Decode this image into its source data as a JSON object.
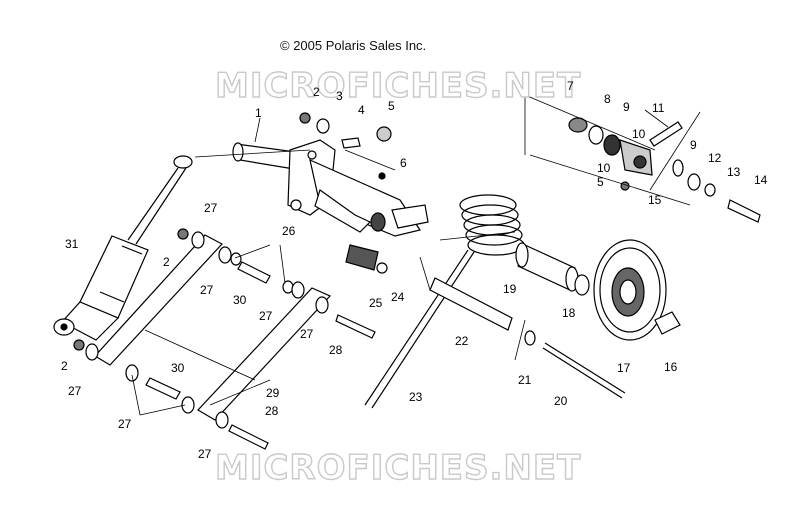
{
  "copyright": "© 2005 Polaris Sales Inc.",
  "watermark": "MICROFICHES.NET",
  "callouts": [
    {
      "id": "c1",
      "label": "1"
    },
    {
      "id": "c2a",
      "label": "2"
    },
    {
      "id": "c3",
      "label": "3"
    },
    {
      "id": "c4",
      "label": "4"
    },
    {
      "id": "c5a",
      "label": "5"
    },
    {
      "id": "c6",
      "label": "6"
    },
    {
      "id": "c7",
      "label": "7"
    },
    {
      "id": "c8",
      "label": "8"
    },
    {
      "id": "c9a",
      "label": "9"
    },
    {
      "id": "c9b",
      "label": "9"
    },
    {
      "id": "c10a",
      "label": "10"
    },
    {
      "id": "c10b",
      "label": "10"
    },
    {
      "id": "c11",
      "label": "11"
    },
    {
      "id": "c12",
      "label": "12"
    },
    {
      "id": "c13",
      "label": "13"
    },
    {
      "id": "c14",
      "label": "14"
    },
    {
      "id": "c15",
      "label": "15"
    },
    {
      "id": "c5b",
      "label": "5"
    },
    {
      "id": "c16",
      "label": "16"
    },
    {
      "id": "c17",
      "label": "17"
    },
    {
      "id": "c18",
      "label": "18"
    },
    {
      "id": "c19",
      "label": "19"
    },
    {
      "id": "c20",
      "label": "20"
    },
    {
      "id": "c21",
      "label": "21"
    },
    {
      "id": "c22",
      "label": "22"
    },
    {
      "id": "c23",
      "label": "23"
    },
    {
      "id": "c24",
      "label": "24"
    },
    {
      "id": "c25",
      "label": "25"
    },
    {
      "id": "c26",
      "label": "26"
    },
    {
      "id": "c27a",
      "label": "27"
    },
    {
      "id": "c27b",
      "label": "27"
    },
    {
      "id": "c27c",
      "label": "27"
    },
    {
      "id": "c27d",
      "label": "27"
    },
    {
      "id": "c27e",
      "label": "27"
    },
    {
      "id": "c27f",
      "label": "27"
    },
    {
      "id": "c28a",
      "label": "28"
    },
    {
      "id": "c28b",
      "label": "28"
    },
    {
      "id": "c29",
      "label": "29"
    },
    {
      "id": "c30a",
      "label": "30"
    },
    {
      "id": "c30b",
      "label": "30"
    },
    {
      "id": "c31",
      "label": "31"
    },
    {
      "id": "c2b",
      "label": "2"
    },
    {
      "id": "c2c",
      "label": "2"
    }
  ]
}
